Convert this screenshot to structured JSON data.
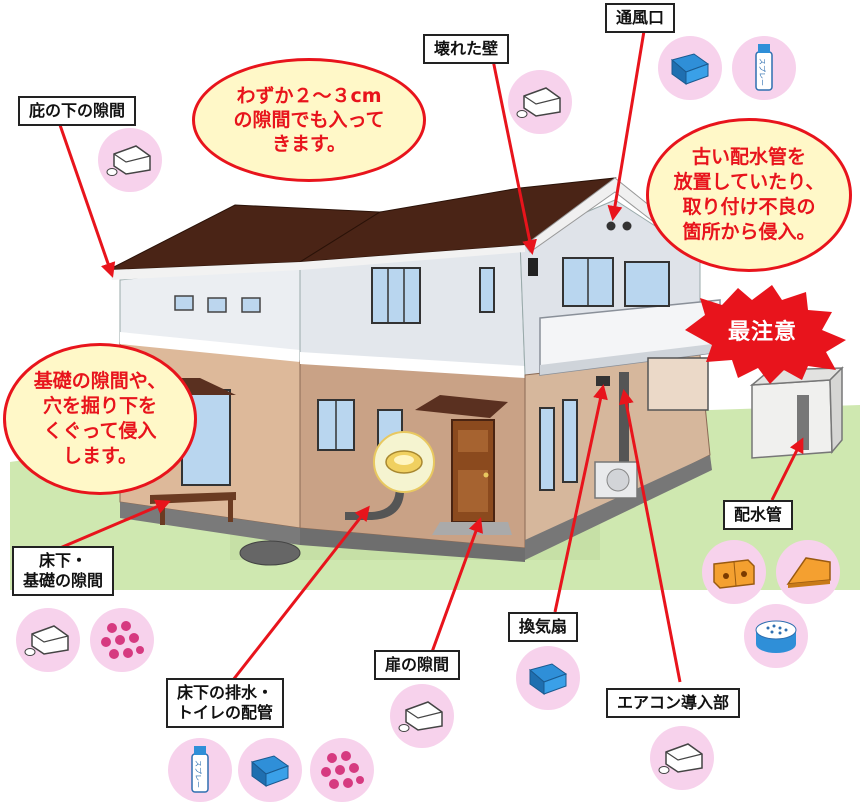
{
  "labels": {
    "eaves": "庇の下の隙間",
    "broken_wall": "壊れた壁",
    "vent": "通風口",
    "floor_foundation": "床下・\n基礎の隙間",
    "underfloor_drain": "床下の排水・\nトイレの配管",
    "door_gap": "扉の隙間",
    "fan": "換気扇",
    "aircon": "エアコン導入部",
    "water_pipe": "配水管"
  },
  "bubbles": {
    "gap_size": "わずか２～３cm\nの隙間でも入って\nきます。",
    "old_pipe": "古い配水管を\n放置していたり、\n取り付け不良の\n箇所から侵入。",
    "foundation": "基礎の隙間や、\n穴を掘り下を\nくぐって侵入\nします。"
  },
  "warning": "最注意",
  "spray_text": "スプレー",
  "colors": {
    "arrow": "#e8141c",
    "roof": "#4a2416",
    "wall_upper": "#ebeef2",
    "wall_lower": "#ddb99a",
    "ground": "#cfe8b0",
    "icon_bg": "#f7d2ec",
    "bubble_fill": "#fff8c8"
  },
  "icons": [
    "cover-icon",
    "cover-icon",
    "cover-icon",
    "blue-plate-icon",
    "spray-icon",
    "cover-icon",
    "putty-balls-icon",
    "spray-icon",
    "blue-plate-icon",
    "putty-balls-icon",
    "cover-icon",
    "blue-plate-icon",
    "cover-icon",
    "orange-plate-icon",
    "orange-triangle-icon",
    "tape-roll-icon"
  ]
}
